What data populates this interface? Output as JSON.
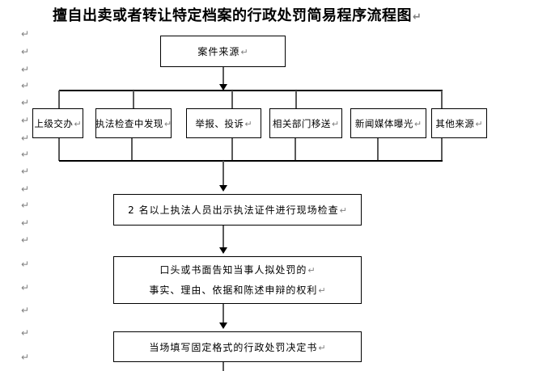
{
  "title": {
    "text": "擅自出卖或者转让特定档案的行政处罚简易程序流程图"
  },
  "marks": {
    "paragraph_return": "↵"
  },
  "flowchart": {
    "source_box": "案件来源",
    "branch_boxes": [
      "上级交办",
      "执法检查中发现",
      "举报、投诉",
      "相关部门移送",
      "新闻媒体曝光",
      "其他来源"
    ],
    "step_boxes": {
      "inspection": "2 名以上执法人员出示执法证件进行现场检查",
      "notify_line1": "口头或书面告知当事人拟处罚的",
      "notify_line2": "事实、理由、依据和陈述申辩的权利",
      "decision": "当场填写固定格式的行政处罚决定书"
    }
  },
  "colors": {
    "background": "#ffffff",
    "box_border": "#000000",
    "bus_line": "#000000",
    "connector": "#595959",
    "paragraph_mark": "#808080"
  }
}
